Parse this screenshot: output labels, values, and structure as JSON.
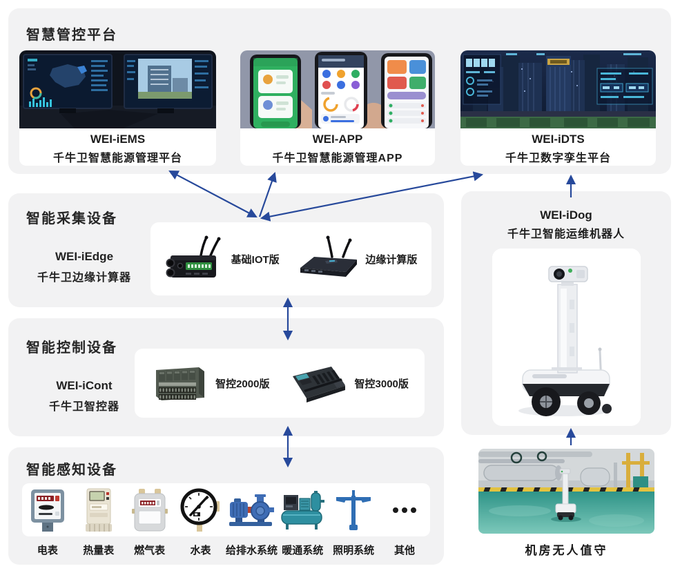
{
  "colors": {
    "page_bg": "#ffffff",
    "panel_bg": "#f2f2f3",
    "card_bg": "#ffffff",
    "arrow_blue": "#27499b",
    "text": "#212121"
  },
  "platforms": {
    "title": "智慧管控平台",
    "cards": [
      {
        "name": "WEI-iEMS",
        "desc": "千牛卫智慧能源管理平台",
        "image": "control-room-dashboards"
      },
      {
        "name": "WEI-APP",
        "desc": "千牛卫智慧能源管理APP",
        "image": "mobile-app-phones"
      },
      {
        "name": "WEI-iDTS",
        "desc": "千牛卫数字孪生平台",
        "image": "digital-twin-city"
      }
    ]
  },
  "collection": {
    "title": "智能采集设备",
    "product": "WEI-iEdge",
    "product_desc": "千牛卫边缘计算器",
    "variants": [
      {
        "label": "基础IOT版",
        "image": "iot-gateway-device"
      },
      {
        "label": "边缘计算版",
        "image": "edge-router-device"
      }
    ]
  },
  "control": {
    "title": "智能控制设备",
    "product": "WEI-iCont",
    "product_desc": "千牛卫智控器",
    "variants": [
      {
        "label": "智控2000版",
        "image": "plc-2000-device"
      },
      {
        "label": "智控3000版",
        "image": "plc-3000-device"
      }
    ]
  },
  "sensing": {
    "title": "智能感知设备",
    "items": [
      {
        "label": "电表",
        "icon": "electricity-meter-icon"
      },
      {
        "label": "热量表",
        "icon": "heat-meter-icon"
      },
      {
        "label": "燃气表",
        "icon": "gas-meter-icon"
      },
      {
        "label": "水表",
        "icon": "water-gauge-icon"
      },
      {
        "label": "给排水系统",
        "icon": "water-pump-icon"
      },
      {
        "label": "暖通系统",
        "icon": "hvac-chiller-icon"
      },
      {
        "label": "照明系统",
        "icon": "street-lamp-icon"
      },
      {
        "label": "其他",
        "icon": "ellipsis-icon"
      }
    ]
  },
  "robot": {
    "name": "WEI-iDog",
    "desc": "千牛卫智能运维机器人",
    "image": "inspection-robot"
  },
  "machine_room": {
    "label": "机房无人值守",
    "image": "machine-room-photo"
  }
}
